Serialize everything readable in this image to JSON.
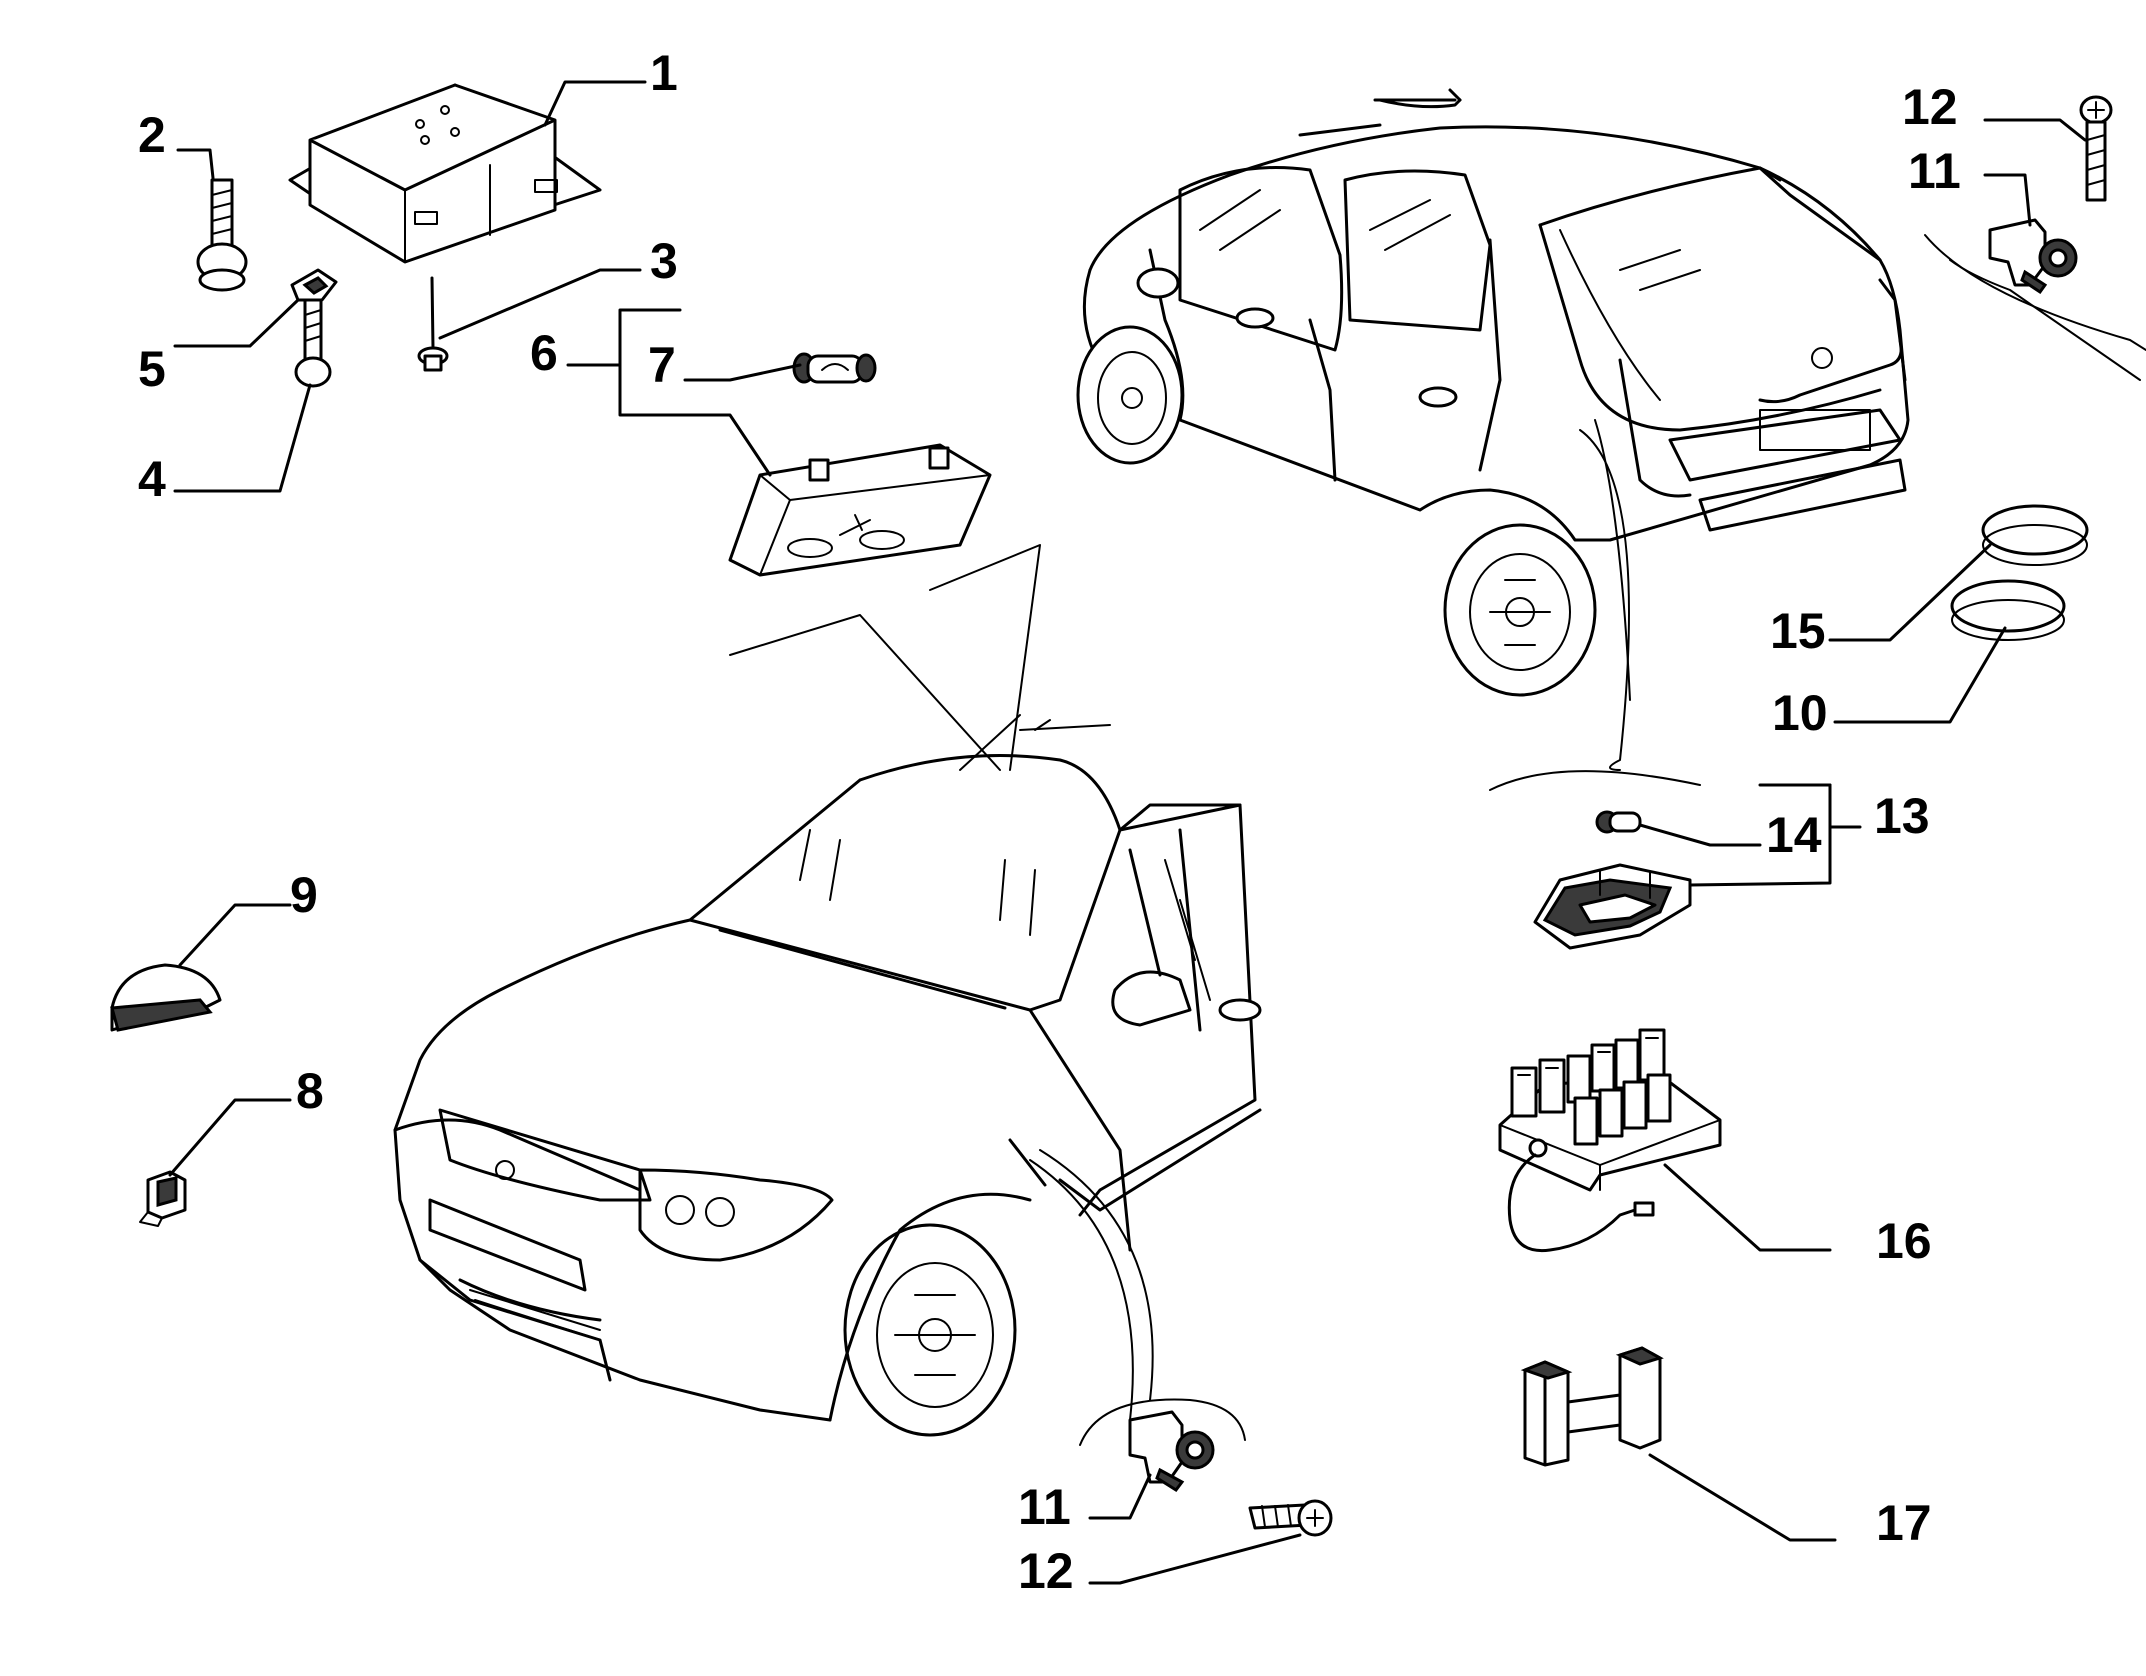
{
  "callouts": [
    "1",
    "2",
    "3",
    "4",
    "5",
    "6",
    "7",
    "8",
    "9",
    "10",
    "11",
    "12",
    "13",
    "14",
    "15",
    "16",
    "17"
  ],
  "colors": {
    "ink": "#000000",
    "paper": "#ffffff"
  }
}
